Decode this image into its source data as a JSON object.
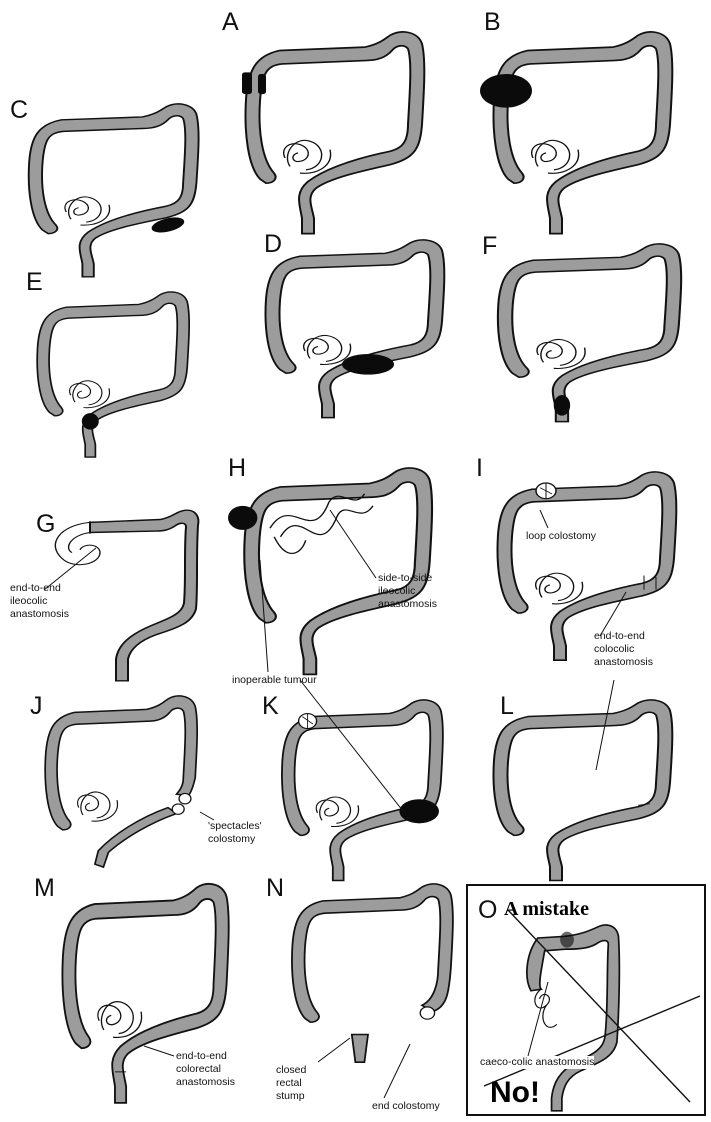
{
  "panels": {
    "A": "A",
    "B": "B",
    "C": "C",
    "D": "D",
    "E": "E",
    "F": "F",
    "G": "G",
    "H": "H",
    "I": "I",
    "J": "J",
    "K": "K",
    "L": "L",
    "M": "M",
    "N": "N",
    "O": "O"
  },
  "labels": {
    "g_anastomosis": [
      "end-to-end",
      "ileocolic",
      "anastomosis"
    ],
    "h_side": [
      "side-to-side",
      "ileocolic",
      "anastomosis"
    ],
    "i_loop": "loop colostomy",
    "i_colocolic": [
      "end-to-end",
      "colocolic",
      "anastomosis"
    ],
    "inoperable": "inoperable tumour",
    "j_spectacles": [
      "'spectacles'",
      "colostomy"
    ],
    "m_colorectal": [
      "end-to-end",
      "colorectal",
      "anastomosis"
    ],
    "n_stump": [
      "closed",
      "rectal",
      "stump"
    ],
    "n_end": "end colostomy",
    "o_title": "A mistake",
    "o_caeco": "caeco-colic anastomosis",
    "o_no": "No!"
  },
  "colors": {
    "bowel": "#9c9c9c",
    "tumour": "#0b0b0b",
    "ink": "#111111"
  }
}
